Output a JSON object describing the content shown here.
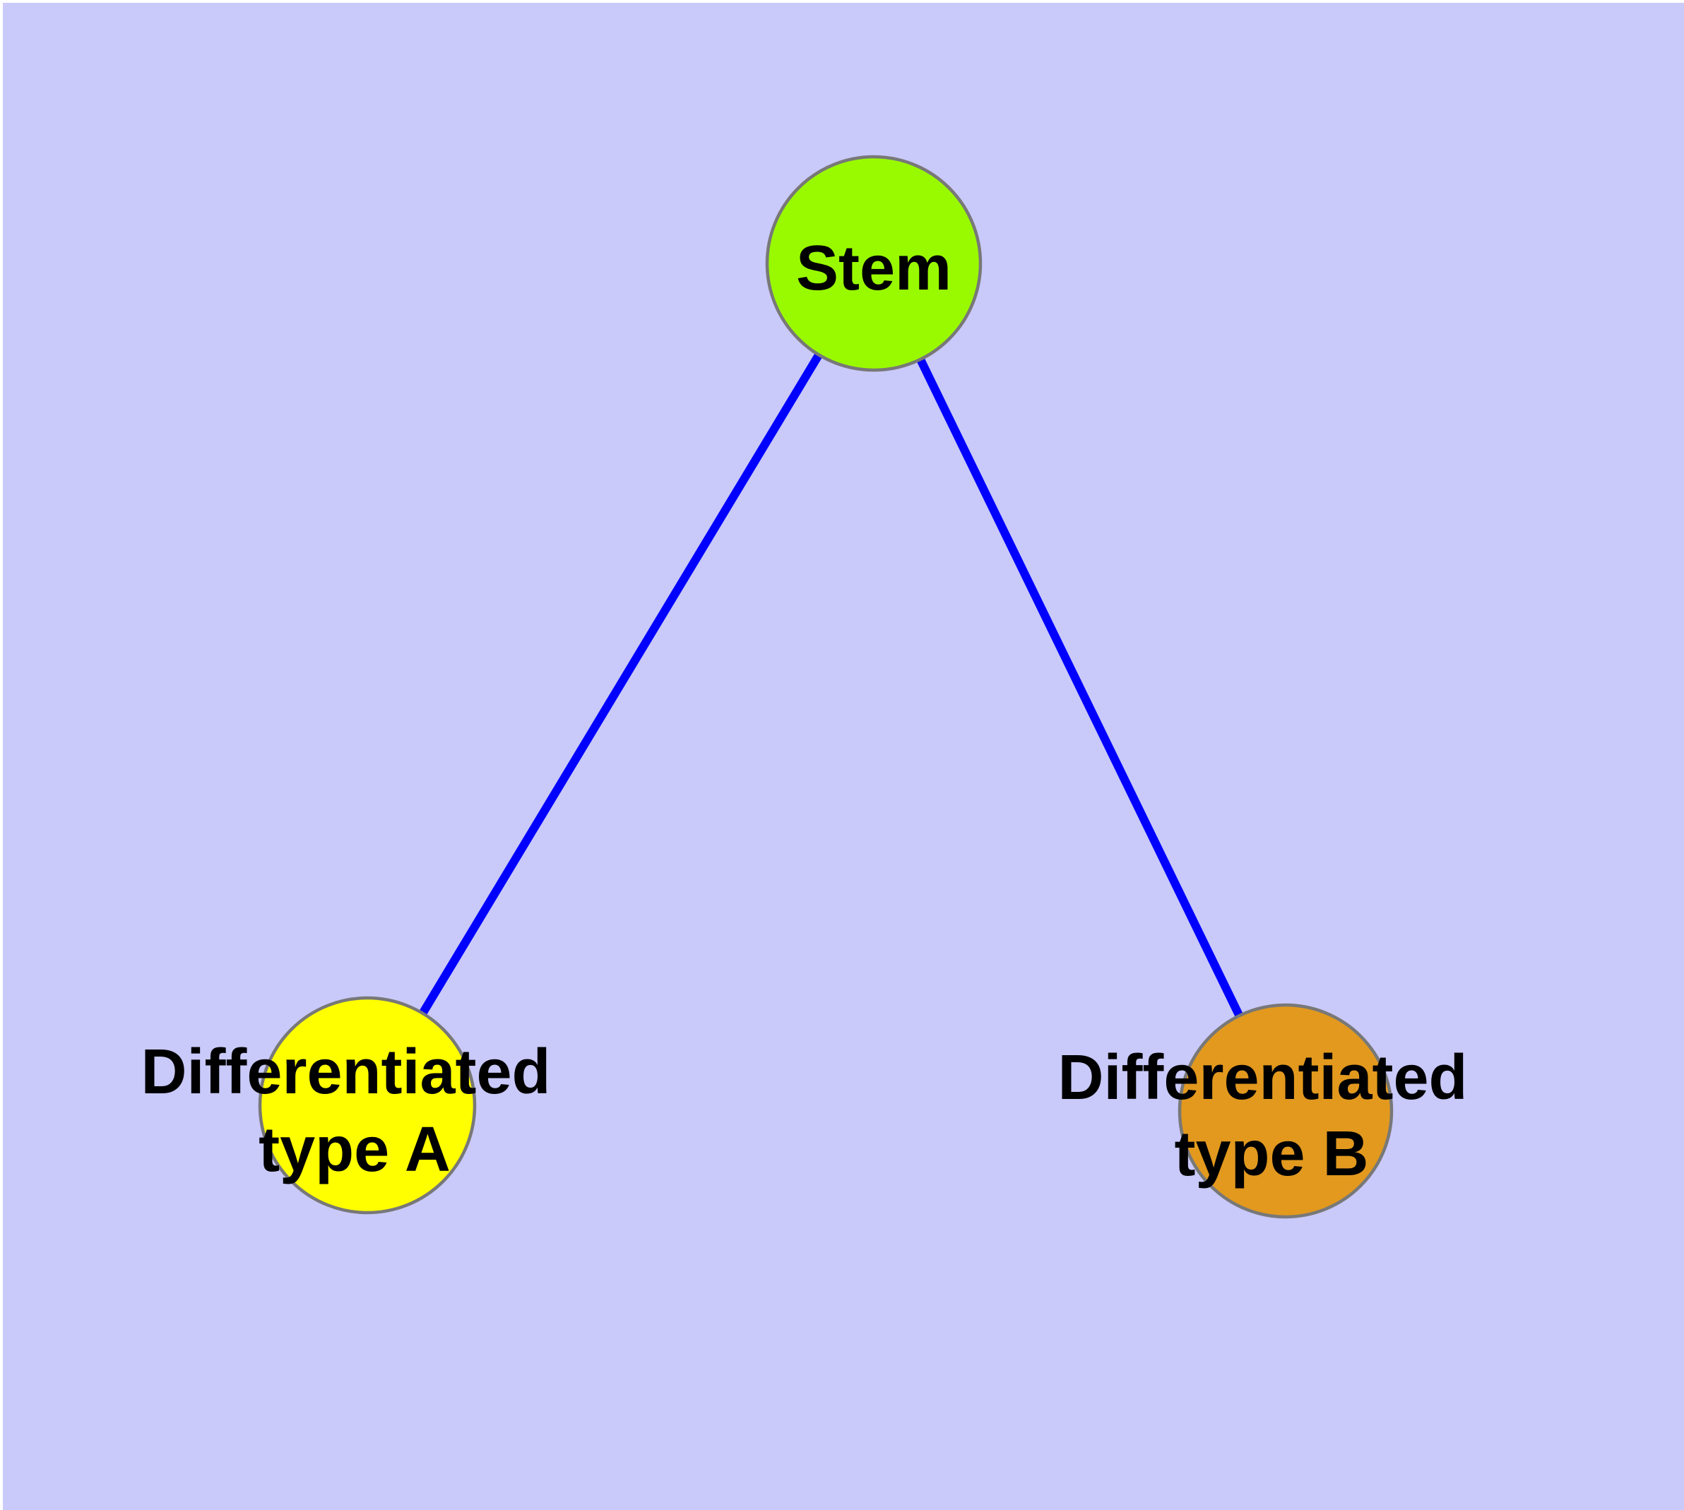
{
  "diagram": {
    "type": "graph",
    "background_color": "#C9C9FA",
    "page_margin_color": "#FFFFFF",
    "edge_color": "#0000FF",
    "node_border_color": "#787878",
    "label_color": "#000000",
    "nodes": [
      {
        "id": "stem",
        "label": "Stem",
        "label_lines": [
          "Stem"
        ],
        "fill": "#99FA00"
      },
      {
        "id": "differentiated-type-a",
        "label": "Differentiated type A",
        "label_line1": "Differentiated",
        "label_line2": "type A",
        "fill": "#FFFF00"
      },
      {
        "id": "differentiated-type-b",
        "label": "Differentiated type B",
        "label_line1": "Differentiated",
        "label_line2": "type B",
        "fill": "#E2991E"
      }
    ],
    "edges": [
      {
        "from": "stem",
        "to": "differentiated-type-a"
      },
      {
        "from": "stem",
        "to": "differentiated-type-b"
      }
    ]
  }
}
